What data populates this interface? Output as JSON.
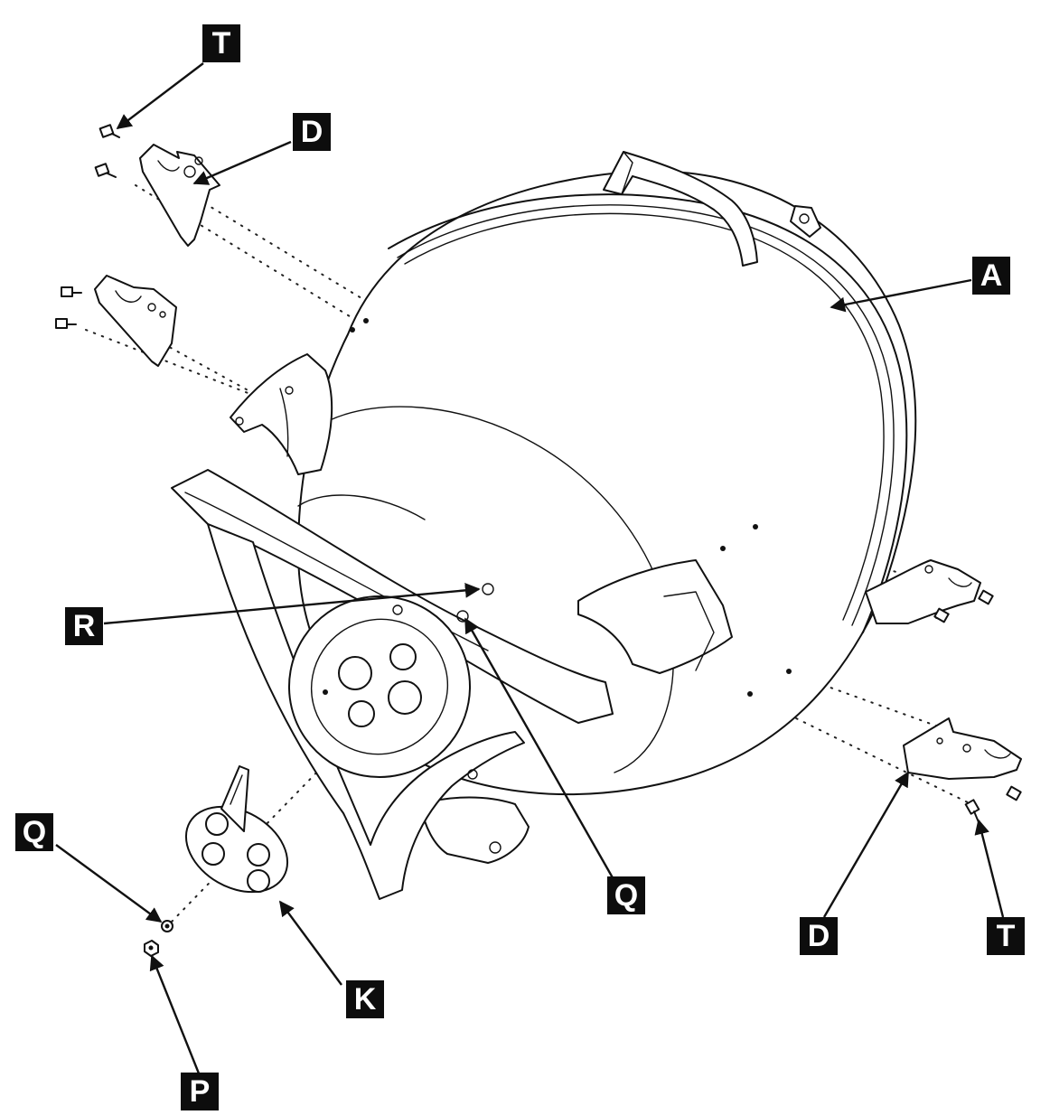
{
  "diagram": {
    "callouts": [
      {
        "id": "T-top",
        "letter": "T"
      },
      {
        "id": "D-top",
        "letter": "D"
      },
      {
        "id": "A",
        "letter": "A"
      },
      {
        "id": "R",
        "letter": "R"
      },
      {
        "id": "Q-right",
        "letter": "Q"
      },
      {
        "id": "Q-left",
        "letter": "Q"
      },
      {
        "id": "K",
        "letter": "K"
      },
      {
        "id": "P",
        "letter": "P"
      },
      {
        "id": "D-bottom",
        "letter": "D"
      },
      {
        "id": "T-bottom",
        "letter": "T"
      }
    ]
  }
}
